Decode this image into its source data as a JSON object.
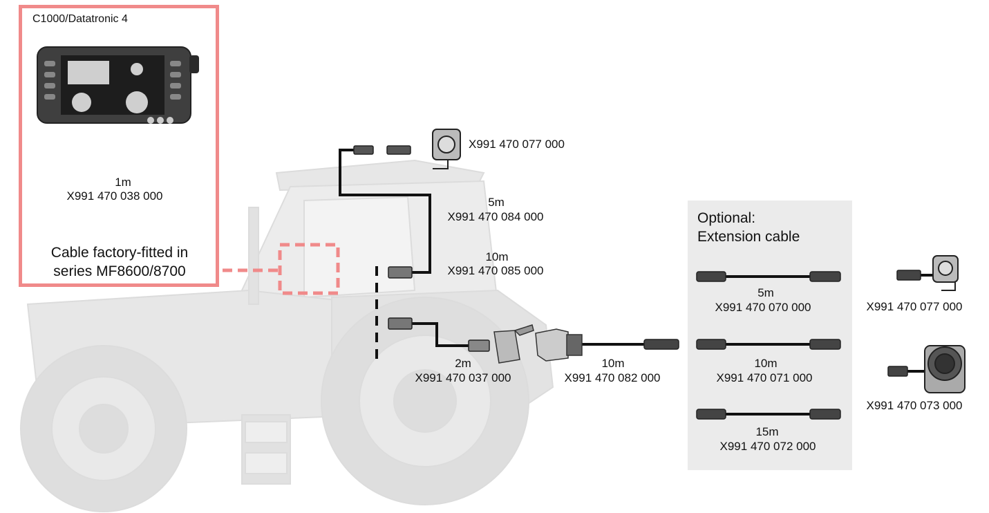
{
  "display": {
    "title": "C1000/Datatronic 4"
  },
  "factory_cable": {
    "length": "1m",
    "part": "X991 470 038 000",
    "note_line1": "Cable factory-fitted in",
    "note_line2": "series MF8600/8700"
  },
  "cables": [
    {
      "length": "",
      "part": "X991 470 077 000"
    },
    {
      "length": "5m",
      "part": "X991 470 084 000"
    },
    {
      "length": "10m",
      "part": "X991 470 085 000"
    },
    {
      "length": "2m",
      "part": "X991 470 037 000"
    },
    {
      "length": "10m",
      "part": "X991 470 082 000"
    }
  ],
  "optional": {
    "title_line1": "Optional:",
    "title_line2": "Extension cable",
    "items": [
      {
        "length": "5m",
        "part": "X991 470 070 000"
      },
      {
        "length": "10m",
        "part": "X991 470 071 000"
      },
      {
        "length": "15m",
        "part": "X991 470 072 000"
      }
    ]
  },
  "cameras": [
    {
      "part": "X991 470 077 000"
    },
    {
      "part": "X991 470 073 000"
    }
  ],
  "colors": {
    "highlight": "#f08a8a",
    "tractor": "#e6e6e6",
    "panel": "#ebebeb",
    "cable": "#111111"
  }
}
